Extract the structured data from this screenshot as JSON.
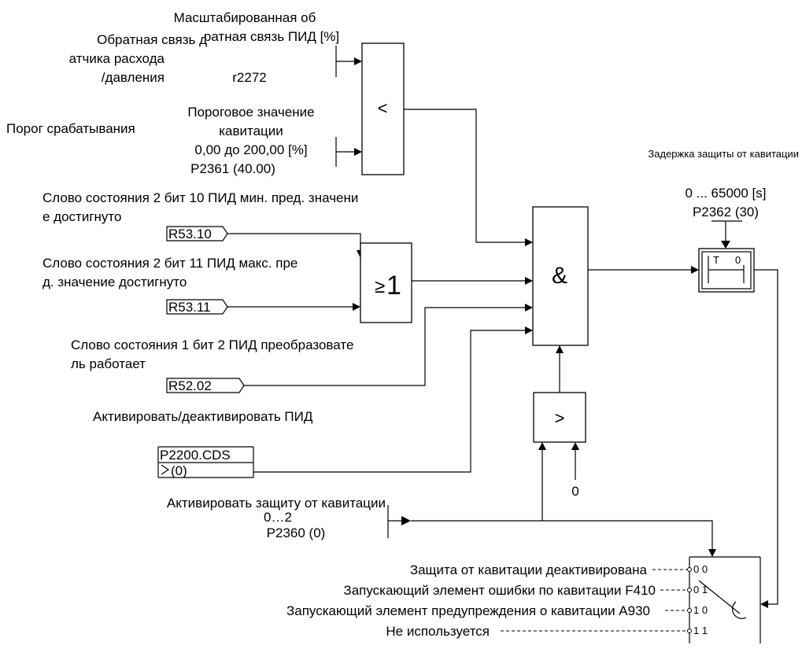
{
  "inputs": {
    "feedback_label": [
      "Обратная связь д",
      "атчика расхода",
      "/давления"
    ],
    "scaled_feedback_label": [
      "Масштабированная об",
      "ратная связь ПИД [%]"
    ],
    "scaled_feedback_param": "r2272",
    "threshold_label": "Порог срабатывания",
    "threshold_value_label": [
      "Пороговое значение",
      "кавитации",
      "0,00 до 200,00 [%]",
      "P2361 (40.00)"
    ],
    "status_min_label": [
      "Слово состояния 2 бит 10 ПИД мин. пред. значени",
      "е достигнуто"
    ],
    "status_min_connector": "R53.10",
    "status_max_label": [
      "Слово состояния 2 бит 11 ПИД макс. пре",
      "д. значение достигнуто"
    ],
    "status_max_connector": "R53.11",
    "status_run_label": [
      "Слово состояния 1 бит 2 ПИД преобразовате",
      "ль работает"
    ],
    "status_run_connector": "R52.02",
    "pid_enable_label": "Активировать/деактивировать ПИД",
    "pid_enable_param": "P2200.CDS",
    "pid_enable_default": "(0)",
    "protection_enable_label": "Активировать защиту от кавитации",
    "protection_enable_range": "0…2",
    "protection_enable_param": "P2360 (0)",
    "compare_constant": "0"
  },
  "blocks": {
    "less_than": "<",
    "or_gate_ge": "≥",
    "or_gate_one": "1",
    "and_gate": "&",
    "greater_than": ">",
    "timer_t": "T",
    "timer_zero": "0"
  },
  "delay": {
    "title": "Задержка защиты от кавитации",
    "range": "0 ... 65000 [s]",
    "param": "P2362 (30)"
  },
  "selector": {
    "options": [
      {
        "label": "Защита от кавитации деактивирована",
        "code": "0 0"
      },
      {
        "label": "Запускающий элемент ошибки по кавитации F410",
        "code": "0 1"
      },
      {
        "label": "Запускающий элемент предупреждения о кавитации A930",
        "code": "1 0"
      },
      {
        "label": "Не используется",
        "code": "1 1"
      }
    ]
  }
}
